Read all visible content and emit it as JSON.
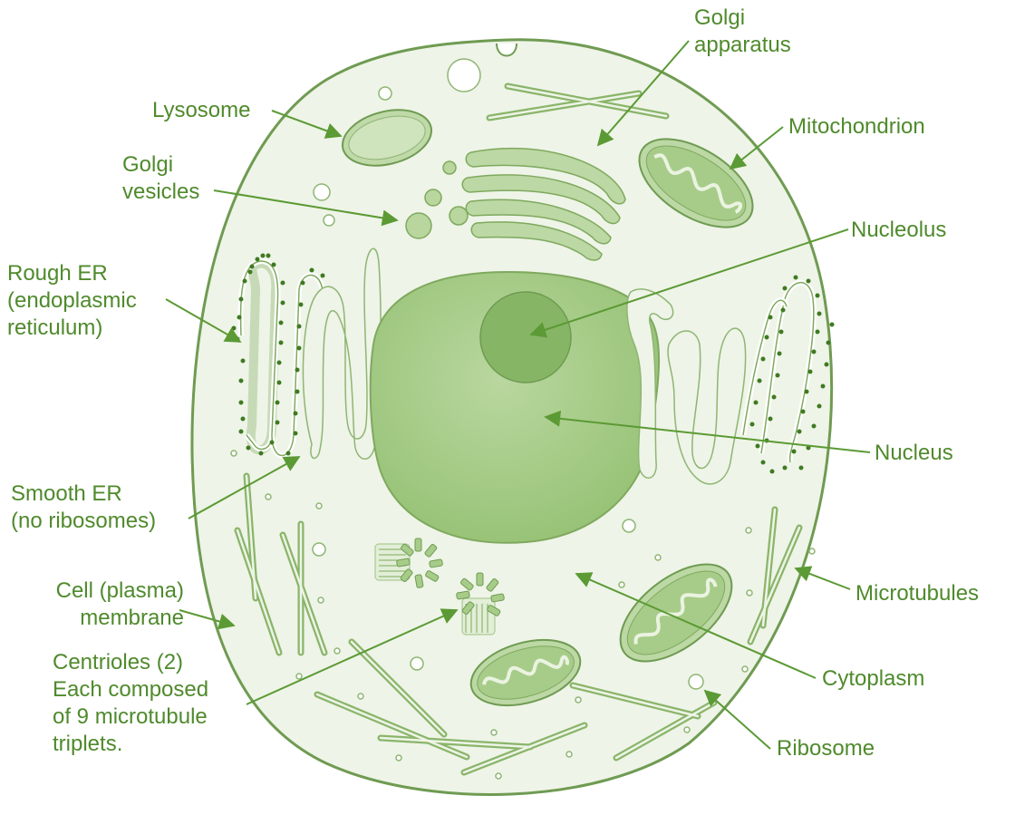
{
  "colors": {
    "label": "#4f8a2c",
    "line": "#5b9a34",
    "cell_fill": "#eef4e7",
    "cell_stroke": "#6f9b52",
    "organelle_fill": "#cfe3bd",
    "nucleus_fill": "#a8cd8a",
    "nucleolus_fill": "#86b565",
    "dots": "#3f7a22"
  },
  "labels": {
    "golgi_apparatus": [
      "Golgi",
      "apparatus"
    ],
    "lysosome": [
      "Lysosome"
    ],
    "mitochondrion": [
      "Mitochondrion"
    ],
    "golgi_vesicles": [
      "Golgi",
      "vesicles"
    ],
    "nucleolus": [
      "Nucleolus"
    ],
    "rough_er": [
      "Rough ER",
      "(endoplasmic",
      "reticulum)"
    ],
    "nucleus": [
      "Nucleus"
    ],
    "smooth_er": [
      "Smooth ER",
      "(no ribosomes)"
    ],
    "cell_membrane": [
      "Cell (plasma)",
      "membrane"
    ],
    "microtubules": [
      "Microtubules"
    ],
    "cytoplasm": [
      "Cytoplasm"
    ],
    "centrioles": [
      "Centrioles (2)",
      "Each composed",
      "of 9 microtubule",
      "triplets."
    ],
    "ribosome": [
      "Ribosome"
    ]
  }
}
